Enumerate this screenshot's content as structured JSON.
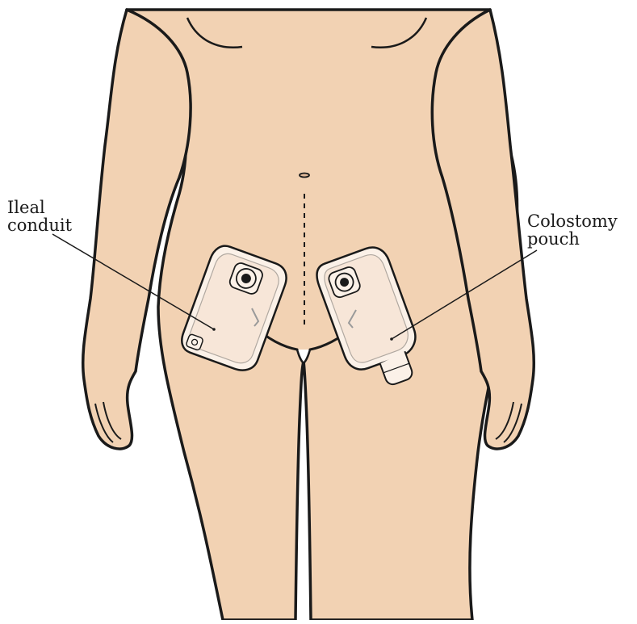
{
  "labels": {
    "ileal_conduit": {
      "line1": "Ileal",
      "line2": "conduit"
    },
    "colostomy_pouch": {
      "line1": "Colostomy",
      "line2": "pouch"
    }
  },
  "colors": {
    "skin": "#f2d2b3",
    "outline": "#1a1a1a",
    "pouch_fill": "#fbf1e8",
    "pouch_inner": "#f7e6d8",
    "seam": "#9a9a9a"
  }
}
